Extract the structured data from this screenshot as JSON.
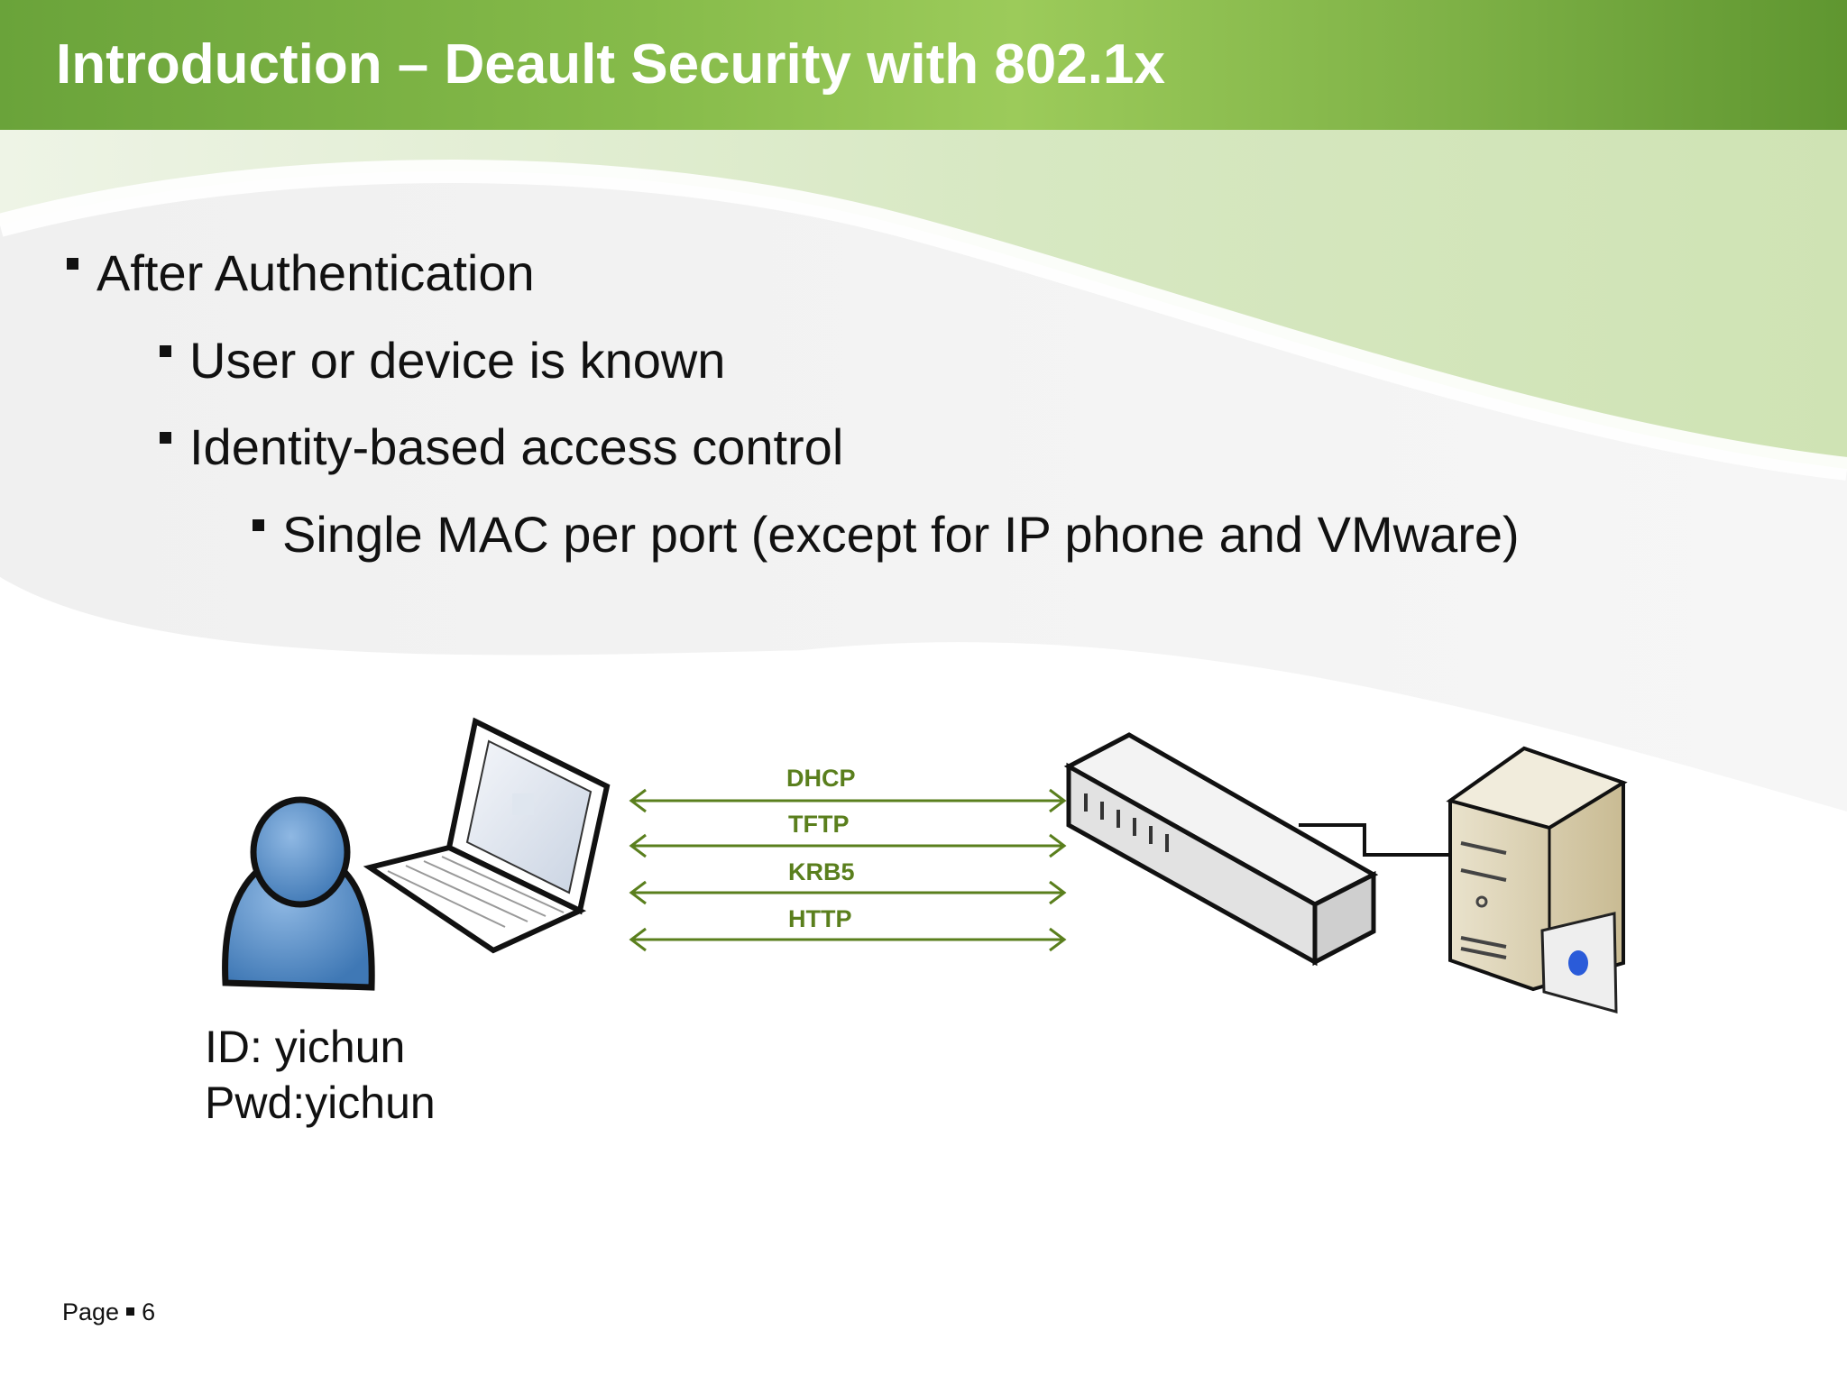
{
  "slide": {
    "title": "Introduction – Deault Security with 802.1x",
    "bullets": [
      {
        "text": "After Authentication",
        "level": 1
      },
      {
        "text": "User or device is known",
        "level": 2
      },
      {
        "text": "Identity-based access control",
        "level": 2
      },
      {
        "text": "Single MAC per port (except for IP phone and VMware)",
        "level": 3
      }
    ],
    "diagram": {
      "protocols": [
        "DHCP",
        "TFTP",
        "KRB5",
        "HTTP"
      ],
      "credentials": {
        "id": "ID: yichun",
        "pwd": "Pwd:yichun"
      },
      "icons": [
        "user-icon",
        "laptop-icon",
        "switch-icon",
        "server-icon"
      ]
    },
    "footer": {
      "page_label": "Page",
      "page_number": "6"
    },
    "colors": {
      "title_bar": "#86bb4a",
      "arrow": "#5a7f1d",
      "background_swoosh": "#dbe9c7"
    }
  }
}
